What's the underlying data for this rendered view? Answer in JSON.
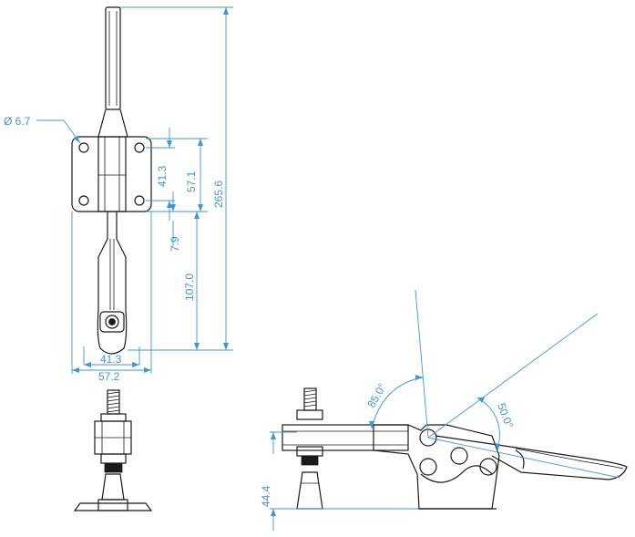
{
  "colors": {
    "dimension": "#3f97d3",
    "part": "#1a1a1a",
    "background": "#ffffff"
  },
  "dimensions": {
    "hole_diameter": "Ø 6.7",
    "overall_length": "265.6",
    "hole_spacing_vertical": "57.1",
    "hole_spacing_inner": "41.3",
    "offset_small": "7.9",
    "base_to_spindle": "107.0",
    "width_inner": "41.3",
    "width_outer": "57.2",
    "height_side": "44.4",
    "handle_angle": "85.0°",
    "opening_angle": "50.0°"
  }
}
